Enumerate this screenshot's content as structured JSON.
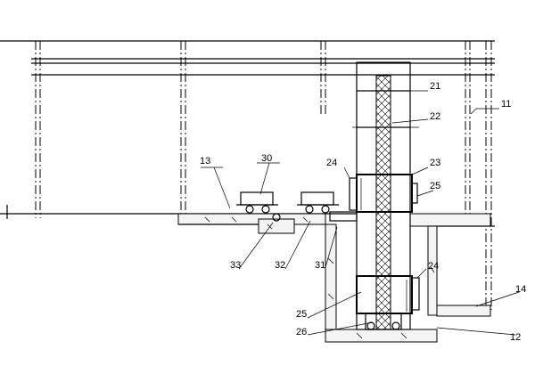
{
  "labels": {
    "l11": "11",
    "l12": "12",
    "l13": "13",
    "l14": "14",
    "l21": "21",
    "l22": "22",
    "l23": "23",
    "l24a": "24",
    "l24b": "24",
    "l25a": "25",
    "l25b": "25",
    "l26": "26",
    "l30": "30",
    "l31": "31",
    "l32": "32",
    "l33": "33"
  }
}
